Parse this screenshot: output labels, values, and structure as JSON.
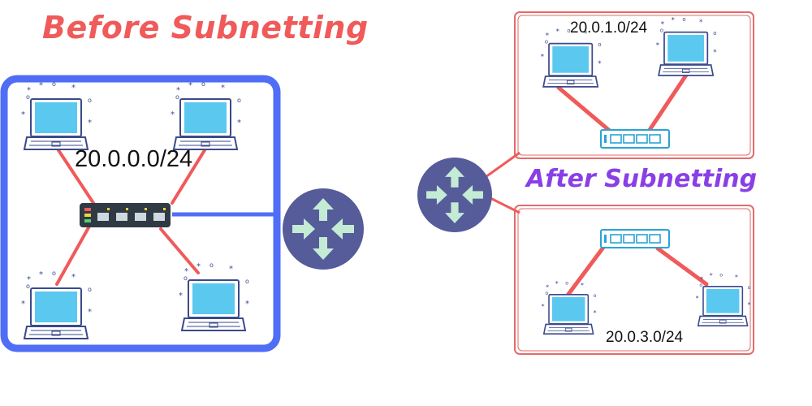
{
  "titles": {
    "before": "Before Subnetting",
    "after": "After Subnetting"
  },
  "networks": {
    "original": "20.0.0.0/24",
    "subnet_a": "20.0.1.0/24",
    "subnet_b": "20.0.3.0/24"
  },
  "colors": {
    "before_title": "#f05a5a",
    "after_title": "#8a3fe6",
    "network_border": "#4f6df5",
    "subnet_border": "#e46a6a",
    "cable": "#f05a5a",
    "router": "#565b9a",
    "router_arrows": "#c4ebd3",
    "switch_dark": "#2f3a45",
    "switch_light": "#2ba3d6",
    "laptop_screen": "#5bc8f0"
  },
  "icons": {
    "router": "router-icon",
    "switch": "switch-icon",
    "laptop": "laptop-icon"
  }
}
